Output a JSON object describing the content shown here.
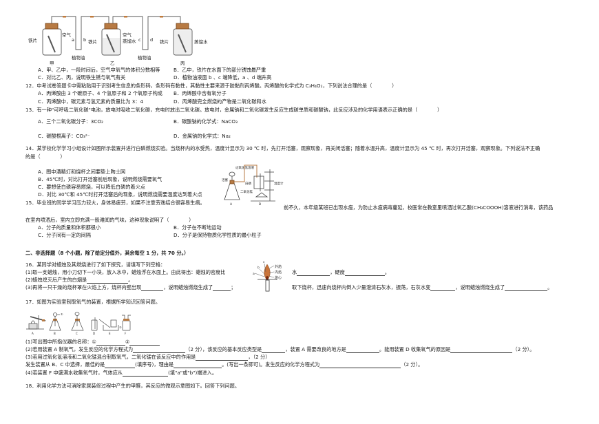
{
  "q11": {
    "figure": {
      "labels": {
        "jia": "甲",
        "yi": "乙",
        "bing": "丙",
        "iron1": "铁片",
        "air1": "空气",
        "iron2": "铁片",
        "air2": "空气",
        "water2": "蒸馏水",
        "iron3": "铁片",
        "water3": "蒸馏水",
        "oil1": "植物油",
        "oil2": "植物油",
        "a": "a",
        "b": "b",
        "c": "c",
        "d": "d"
      }
    },
    "options": {
      "A": "A．甲、乙中，一段时间后，空气中氧气的体积分数相等",
      "B": "B．乙中，铁片在水面下的部分锈蚀最严重",
      "C": "C．对比乙、丙，说明铁生锈与氧气有关",
      "D": "D．植物油液面 b 、c 端降低，a 、d 端升高"
    }
  },
  "q12": {
    "stem": "12．中考试卷答题卡中需粘贴用于识别考生信息的条形码，条形码有黏性，其黏性主要来源于胶黏剂丙烯酸。丙烯酸的化学式为 C₃H₄O₂，下列说法合理的是（　　　　）",
    "options": {
      "A": "A．丙烯酸由 3 个碳原子、4 个氢原子和 2 个氧原子构成",
      "B": "B．丙烯酸中含有氧分子",
      "C": "C．丙烯酸中，碳元素与氢元素的质量比为 3：4",
      "D": "D．丙烯酸完全燃烧的产物是二氧化碳和水"
    }
  },
  "q13": {
    "stem": "13．有一种\"可呼吸二氧化碳\"电池，放电时吸收二氧化碳，充电时放出二氧化碳。放电时，金属钠和二氧化碳发生反应生成碳单质和碳酸钠，此反应涉及的化学用语表示正确的是（　　　　）",
    "options": {
      "A": "A．三个二氧化碳分子：3CO₂",
      "B": "B．碳酸钠的化学式：NaCO₃",
      "C": "C．碳酸根离子：CO₃²⁻",
      "D": "D．金属钠的化学式：Na₂"
    }
  },
  "q14": {
    "stem_line1": "14．某学校化学学习小组设计如图所示装置并进行白磷燃烧实验。当烧杯内的水受热，温度计显示为 30 ℃ 时，先打开活塞，观察现象，再关闭活塞；随着水温升高，温度计显示为 45 ℃ 时，再次打开活塞，观察现象。下列说法不正确",
    "stem_line2": "的是（　　　　）",
    "options": {
      "A": "A．图中酒精灯和烧杯之间要垫上陶土网",
      "B": "B．45℃时，对比打开活塞前后现象，说明燃烧需要氧气",
      "C": "C．要想使白磷容易燃烧，可以降低白磷的着火点",
      "D": "D．对比 30℃和 45℃时打开活塞后的现象，说明燃烧需要温度达到着火点"
    },
    "figure": {
      "labels": {
        "h2o2": "过氧化氢溶液",
        "valve": "活塞",
        "mno2": "二氧化锰",
        "phosphorus": "白磷",
        "thermometer": "温度计",
        "A": "A",
        "B": "B"
      }
    }
  },
  "q15": {
    "stem_line1a": "15．毕业班的同学学习压力较大，身体易疲劳，如果不注意劳逸结合很容易生病。",
    "stem_line1b": "前不久，本年级某班已出现水痘，为防止水痘病毒蔓延，校医常在教室里喷洒过氧乙酸(CH₃COOOH)溶液进行消毒，该药品",
    "stem_line2": "在室内喷洒后，室内立即充满一股难闻的气味，这种现象说明了（　　　　）",
    "options": {
      "A": "A．分子的质量和体积都很小",
      "B": "B．分子在不断地运动",
      "C": "C．分子间有一定的间隔",
      "D": "D．分子是保持物质化学性质的最小粒子"
    }
  },
  "section2": {
    "title": "二、非选择题（8 个小题，除了给定分值外，其余每空 1 分，共 70 分。）"
  },
  "q16": {
    "stem": "16．某同学对蜡烛及其燃烧进行了如下探究，请填写下列空格：",
    "p1a": "(1)取一支蜡烛，用小刀切下一小块，放入水中，蜡烛浮在水面上。由此得出：蜡烛的密度比",
    "p1b": "水",
    "p1c": "，硬度",
    "p1d": "。",
    "p2a": "(2)蜡烛熄灭后产生的白烟是",
    "p2b": "。",
    "p3a": "(3)再将一只干燥的烧杯罩在火焰上方，烧杯内壁出现",
    "p3b": "，说明蜡烛燃烧生成了",
    "p3c": "；",
    "p3d": "取下烧杯，迅速向烧杯内倒入少量澄清石灰水，振荡，石灰水变",
    "p3e": "，说明蜡烛燃烧生成了",
    "p3f": "。",
    "figure": {
      "labels": {
        "outer": "外焰",
        "inner": "内焰",
        "core": "焰心",
        "a": "a",
        "b": "b",
        "c": "c"
      }
    }
  },
  "q17": {
    "stem": "17．如图为实验室制取氧气的装置，根据所学知识回答问题。",
    "figure": {
      "labels": {
        "A": "A",
        "B": "B",
        "C": "C",
        "D": "D",
        "E": "E",
        "F": "F",
        "m1": "①",
        "m2": "②"
      }
    },
    "p1a": "(1)写出图中所指仪器的名称：①",
    "p1b": "②",
    "p2a": "(2)若用装置 A 制氧气，发生反应的化学方程式为",
    "p2b": "（2 分），该反应的基本反应类型是",
    "p2c": "，装置 A 需要改良的地方是",
    "p2d": "。能用装置 D 收集氧气的原因是",
    "p2e": "（2 分）。",
    "p3a": "(3)若用过氧化氢溶液和二氧化锰混合制取氧气，二氧化锰在该反应中的作用是",
    "p3b": "，（2 分）",
    "p4a": "发生装置从 B、C 中选择，最佳的是",
    "p4b": "(填序号)，理由是",
    "p4c": "。(写出一条即可)。发生反应的化学方程式为",
    "p4d": "（2 分）。",
    "p5a": "(4)若装置 F 中盛满水收集氧气时，气体应从",
    "p5b": "(填\"a\"或\"b\")端进入。"
  },
  "q18": {
    "stem": "18．利用化学方法可消除家居装修过程中产生的甲醛，其反应的微观示意图如下。回答下列问题。"
  }
}
